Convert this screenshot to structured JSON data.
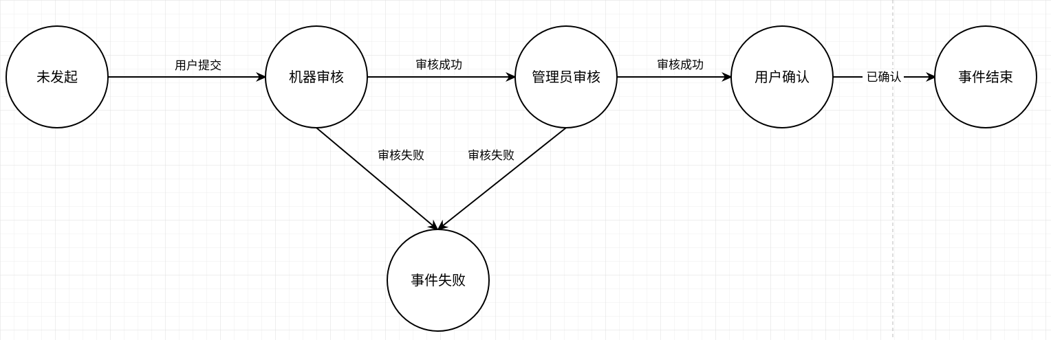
{
  "colors": {
    "background": "#ffffff",
    "grid_minor": "#eeeeee",
    "grid_major": "#dddddd",
    "guide_line": "#bbbbbb",
    "stroke": "#000000",
    "node_fill": "#ffffff"
  },
  "nodes": {
    "not_started": "未发起",
    "machine_review": "机器审核",
    "admin_review": "管理员审核",
    "user_confirm": "用户确认",
    "event_end": "事件结束",
    "event_failed": "事件失败"
  },
  "edges": {
    "user_submit": "用户提交",
    "review_success_1": "审核成功",
    "review_success_2": "审核成功",
    "confirmed": "已确认",
    "review_fail_1": "审核失败",
    "review_fail_2": "审核失败"
  }
}
